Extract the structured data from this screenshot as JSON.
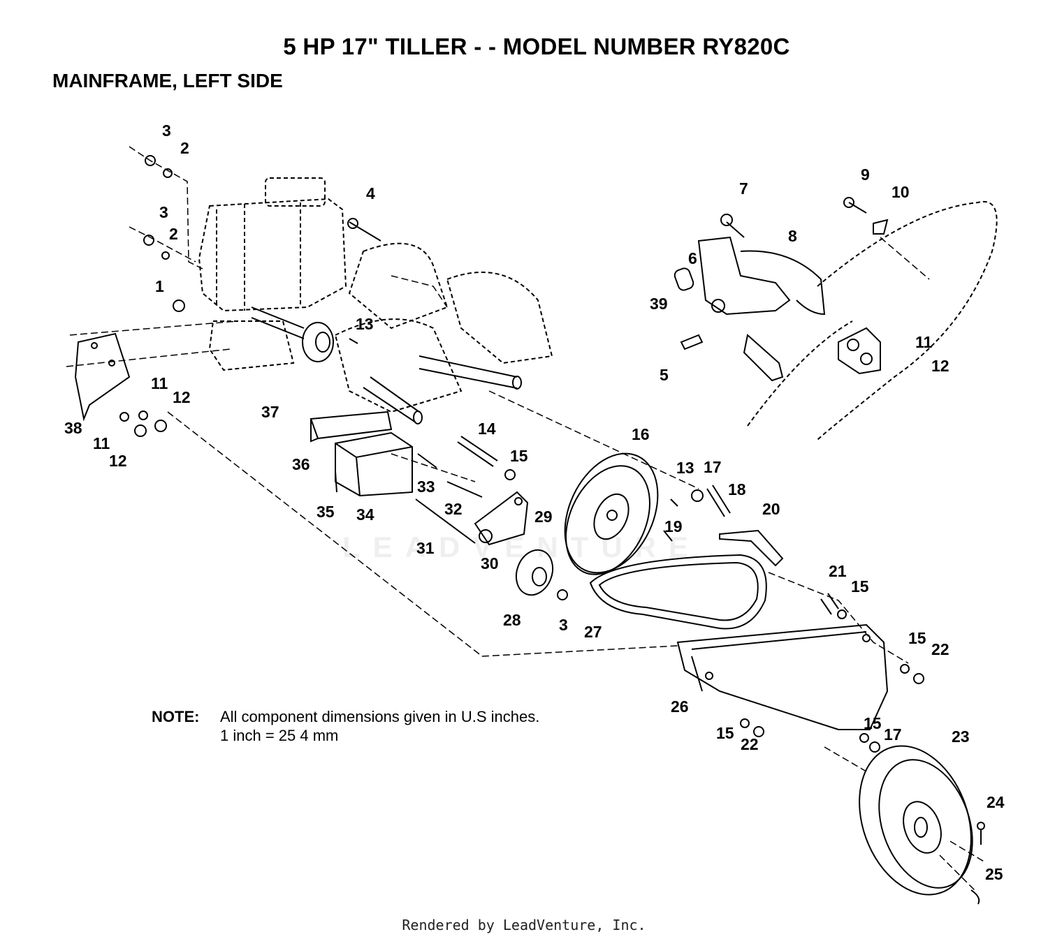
{
  "header": {
    "title": "5 HP 17\" TILLER - - MODEL NUMBER RY820C",
    "subtitle": "MAINFRAME, LEFT SIDE"
  },
  "note": {
    "label": "NOTE:",
    "line1": "All component dimensions given in U.S  inches.",
    "line2": "1 inch = 25 4 mm"
  },
  "watermark": "LEADVENTURE",
  "footer": "Rendered by LeadVenture, Inc.",
  "callouts": {
    "c1": "1",
    "c2a": "2",
    "c2b": "2",
    "c3a": "3",
    "c3b": "3",
    "c3c": "3",
    "c4": "4",
    "c5": "5",
    "c6": "6",
    "c7": "7",
    "c8": "8",
    "c9": "9",
    "c10": "10",
    "c11a": "11",
    "c11b": "11",
    "c11c": "11",
    "c12a": "12",
    "c12b": "12",
    "c12c": "12",
    "c13a": "13",
    "c13b": "13",
    "c14": "14",
    "c15a": "15",
    "c15b": "15",
    "c15c": "15",
    "c15d": "15",
    "c15e": "15",
    "c16": "16",
    "c17a": "17",
    "c17b": "17",
    "c18": "18",
    "c19": "19",
    "c20": "20",
    "c21": "21",
    "c22a": "22",
    "c22b": "22",
    "c23": "23",
    "c24": "24",
    "c25": "25",
    "c26": "26",
    "c27": "27",
    "c28": "28",
    "c29": "29",
    "c30": "30",
    "c31": "31",
    "c32": "32",
    "c33": "33",
    "c34": "34",
    "c35": "35",
    "c36": "36",
    "c37": "37",
    "c38": "38",
    "c39": "39"
  }
}
